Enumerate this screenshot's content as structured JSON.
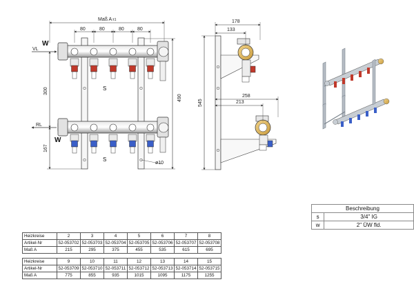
{
  "front_view": {
    "total_dim": "Maß A",
    "total_dim_suffix": "±1",
    "spacings": [
      "80",
      "80",
      "80",
      "80"
    ],
    "height_300": "300",
    "height_167": "167",
    "height_490": "490",
    "hole_dia": "ø10",
    "label_vl": "VL",
    "label_rl": "RL",
    "label_w": "W",
    "label_s": "S"
  },
  "side_view": {
    "dim_178": "178",
    "dim_133": "133",
    "dim_258": "258",
    "dim_213": "213",
    "dim_545": "545"
  },
  "legend": {
    "title": "Beschreibung",
    "rows": [
      {
        "key": "s",
        "value": "3/4\" IG"
      },
      {
        "key": "w",
        "value": "2\" ÜW fld."
      }
    ]
  },
  "table1": {
    "headers": [
      "Heizkreise",
      "Artikel-Nr",
      "Maß A"
    ],
    "columns": [
      {
        "kreise": "2",
        "artikel": "52-053702",
        "mass": "215"
      },
      {
        "kreise": "3",
        "artikel": "52-053703",
        "mass": "295"
      },
      {
        "kreise": "4",
        "artikel": "52-053704",
        "mass": "375"
      },
      {
        "kreise": "5",
        "artikel": "52-053705",
        "mass": "455"
      },
      {
        "kreise": "6",
        "artikel": "52-053706",
        "mass": "535"
      },
      {
        "kreise": "7",
        "artikel": "52-053707",
        "mass": "615"
      },
      {
        "kreise": "8",
        "artikel": "52-053708",
        "mass": "695"
      }
    ]
  },
  "table2": {
    "headers": [
      "Heizkreise",
      "Artikel-Nr",
      "Maß A"
    ],
    "columns": [
      {
        "kreise": "9",
        "artikel": "52-053709",
        "mass": "775"
      },
      {
        "kreise": "10",
        "artikel": "52-053710",
        "mass": "855"
      },
      {
        "kreise": "11",
        "artikel": "52-053711",
        "mass": "935"
      },
      {
        "kreise": "12",
        "artikel": "52-053712",
        "mass": "1015"
      },
      {
        "kreise": "13",
        "artikel": "52-053713",
        "mass": "1095"
      },
      {
        "kreise": "14",
        "artikel": "52-053714",
        "mass": "1175"
      },
      {
        "kreise": "15",
        "artikel": "52-053715",
        "mass": "1255"
      }
    ]
  },
  "colors": {
    "line": "#333333",
    "valve_red": "#c0392b",
    "valve_blue": "#3a5fc8",
    "steel": "#b5bcc4",
    "steel_dark": "#7a838c"
  }
}
